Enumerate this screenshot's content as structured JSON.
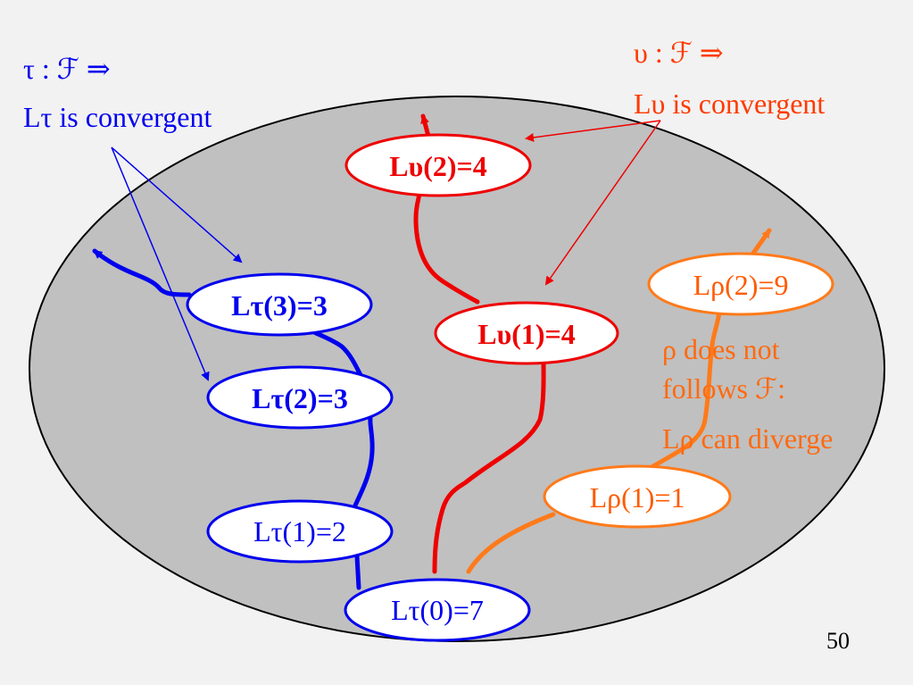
{
  "colors": {
    "background": "#f2f2f2",
    "region_fill": "#c0c0c0",
    "tau": "#0000ee",
    "upsilon": "#ee0000",
    "rho": "#ff7a1a",
    "annotation": "#ff3a00",
    "rho_note": "#ff6a10"
  },
  "tau_block": {
    "title": "τ : ℱ ⇒",
    "text": "Lτ is convergent"
  },
  "upsilon_block": {
    "title": "υ : ℱ ⇒",
    "text": "Lυ is convergent"
  },
  "rho_note": {
    "line1": "ρ does not",
    "line2": "follows ℱ:",
    "line3": "Lρ can diverge"
  },
  "nodes": {
    "tau0": "Lτ(0)=7",
    "tau1": "Lτ(1)=2",
    "tau2": "Lτ(2)=3",
    "tau3": "Lτ(3)=3",
    "ups1": "Lυ(1)=4",
    "ups2": "Lυ(2)=4",
    "rho1": "Lρ(1)=1",
    "rho2": "Lρ(2)=9"
  },
  "page_number": "50"
}
